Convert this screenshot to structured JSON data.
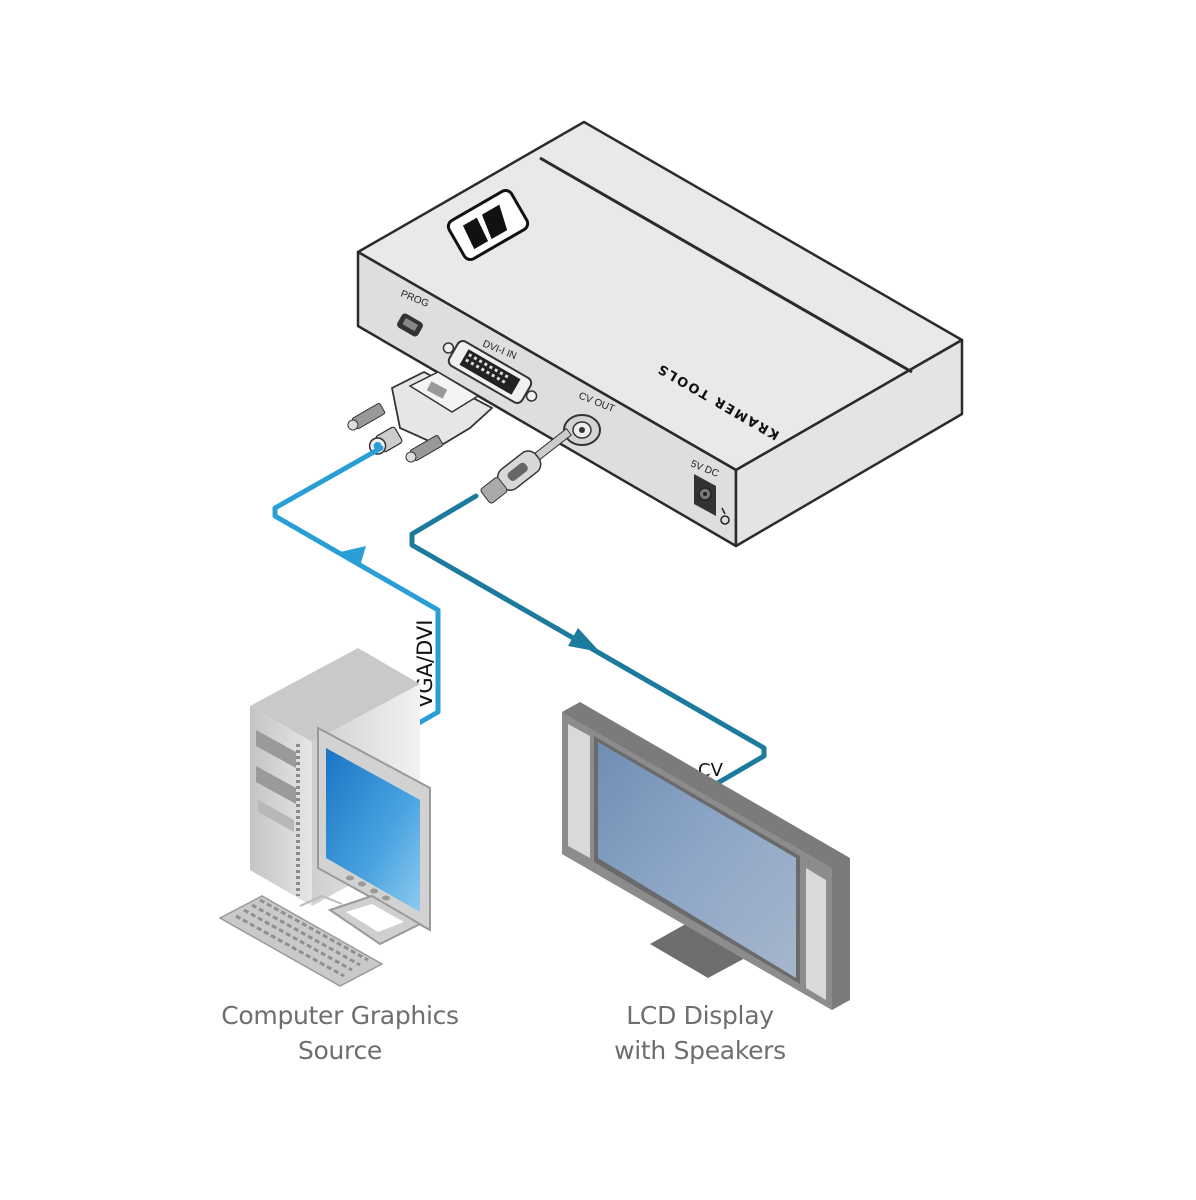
{
  "device": {
    "brand_text": "KRAMER TOOLS",
    "brand_line1": "KRAMER",
    "brand_line2": "TOOLS",
    "ports": {
      "prog": "PROG",
      "dvi_in": "DVI-I IN",
      "cv_out": "CV OUT",
      "power": "5V DC"
    }
  },
  "cables": {
    "input_label": "VGA/DVI",
    "output_label": "CV",
    "input_color": "#2a9fd6",
    "output_color": "#1c7a9c"
  },
  "captions": {
    "source_line1": "Computer Graphics",
    "source_line2": "Source",
    "display_line1": "LCD Display",
    "display_line2": "with Speakers"
  },
  "colors": {
    "device_top": "#e9e9e9",
    "device_side": "#dcdcdc",
    "outline": "#2b2b2b",
    "caption": "#6d6e71"
  }
}
